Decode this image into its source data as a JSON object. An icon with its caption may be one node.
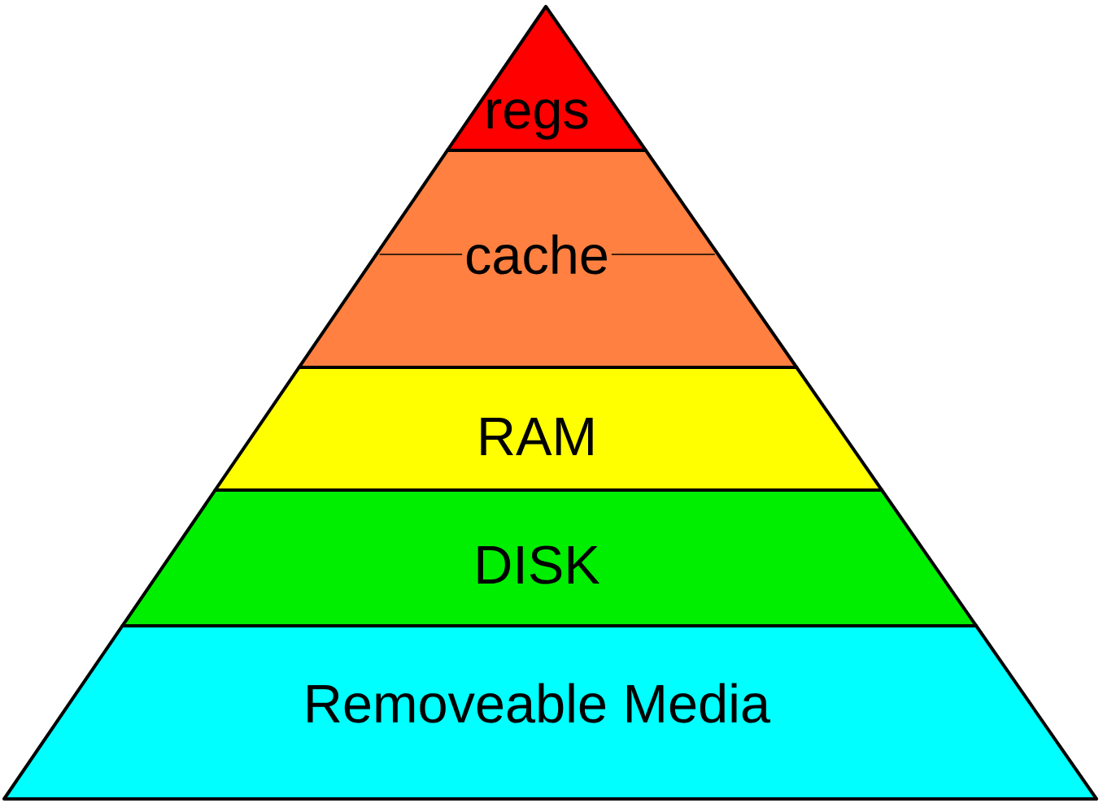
{
  "diagram": {
    "nodes": [
      {
        "text": [
          "regs"
        ]
      },
      {
        "text": [
          "cache"
        ]
      },
      {
        "text": [
          "RAM"
        ]
      },
      {
        "text": [
          "DISK"
        ]
      },
      {
        "text": [
          "Removeable Media"
        ]
      }
    ]
  }
}
